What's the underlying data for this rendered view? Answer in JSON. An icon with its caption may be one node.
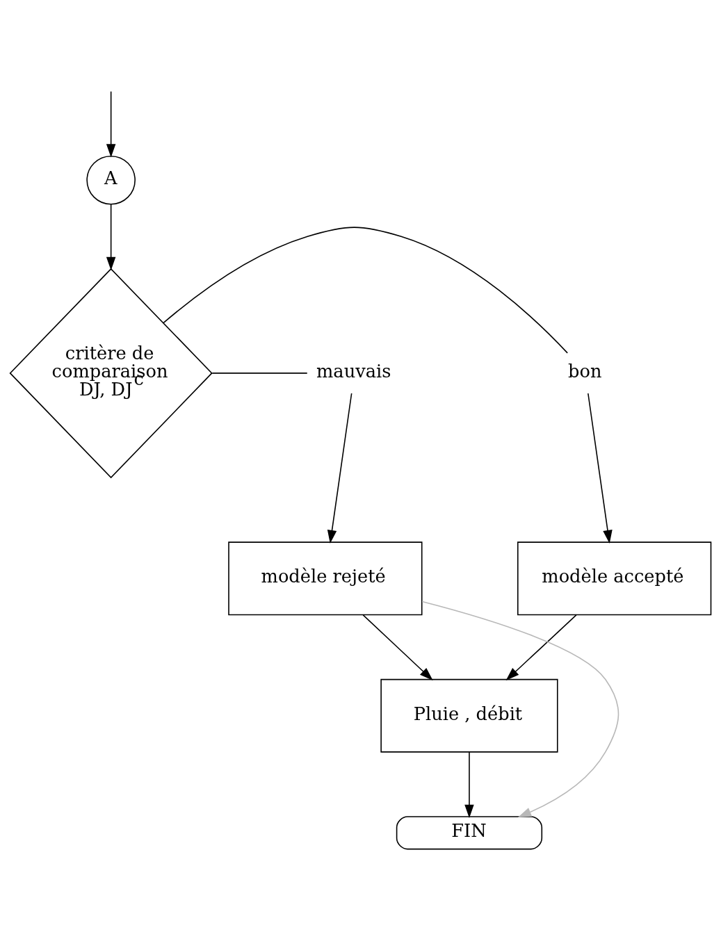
{
  "diagram": {
    "nodes": [
      {
        "text": [
          "A"
        ]
      },
      {
        "text": [
          "critère de comparaison DJ, DJ$^{c}$"
        ]
      },
      {
        "text": [
          "bon"
        ]
      },
      {
        "text": [
          "mauvais"
        ]
      },
      {
        "text": [
          "modèle accepté"
        ]
      },
      {
        "text": [
          "modèle rejeté"
        ]
      },
      {
        "text": [
          "Pluie , débit"
        ]
      },
      {
        "text": [
          "FIN"
        ]
      }
    ],
    "edges": [
      {
        "from": null,
        "to": 0,
        "arrow": "to"
      },
      {
        "from": 0,
        "to": 1,
        "arrow": "to"
      },
      {
        "from": 1,
        "to": 2,
        "arrow": "none"
      },
      {
        "from": 1,
        "to": 3,
        "arrow": "none"
      },
      {
        "from": 2,
        "to": 4,
        "arrow": "to"
      },
      {
        "from": 3,
        "to": 5,
        "arrow": "to"
      },
      {
        "from": 4,
        "to": 6,
        "arrow": "to"
      },
      {
        "from": 5,
        "to": 6,
        "arrow": "to"
      },
      {
        "from": 6,
        "to": 7,
        "arrow": "to"
      },
      {
        "from": 5,
        "to": 7,
        "arrow": "to",
        "color": "#b8b8b8"
      }
    ]
  }
}
